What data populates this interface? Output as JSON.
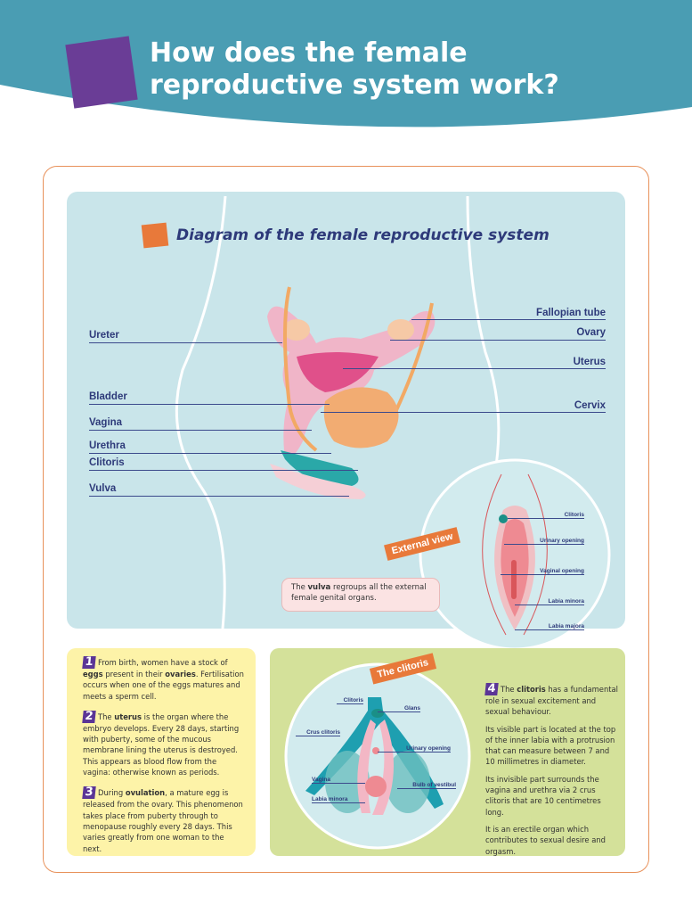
{
  "header": {
    "title": "How does the female reproductive system work?",
    "colors": {
      "band": "#4a9db3",
      "square": "#6a3d96"
    }
  },
  "diagram": {
    "title": "Diagram of the female reproductive system",
    "left_labels": [
      "Ureter",
      "Bladder",
      "Vagina",
      "Urethra",
      "Clitoris",
      "Vulva"
    ],
    "right_labels": [
      "Fallopian tube",
      "Ovary",
      "Uterus",
      "Cervix"
    ],
    "external_view": {
      "tag": "External view",
      "labels": [
        "Clitoris",
        "Urinary opening",
        "Vaginal opening",
        "Labia minora",
        "Labia majora"
      ]
    },
    "note": {
      "pre": "The ",
      "bold": "vulva",
      "post": " regroups all the external female genital organs."
    }
  },
  "facts": [
    {
      "num": "1",
      "parts": [
        [
          "From birth, women have a stock of ",
          0
        ],
        [
          "eggs",
          1
        ],
        [
          " present in their ",
          0
        ],
        [
          "ovaries",
          1
        ],
        [
          ". Fertilisation occurs when one of the eggs matures and meets a sperm cell.",
          0
        ]
      ]
    },
    {
      "num": "2",
      "parts": [
        [
          "The ",
          0
        ],
        [
          "uterus",
          1
        ],
        [
          " is the organ where the embryo develops. Every 28 days, starting with puberty, some of the mucous membrane lining the uterus is destroyed. This appears as blood flow from the vagina: otherwise known as periods.",
          0
        ]
      ]
    },
    {
      "num": "3",
      "parts": [
        [
          "During ",
          0
        ],
        [
          "ovulation",
          1
        ],
        [
          ", a mature egg is released from the ovary. This phenomenon takes place from puberty through to menopause roughly every 28 days. This varies greatly from one woman to the next.",
          0
        ]
      ]
    }
  ],
  "clitoris": {
    "tag": "The clitoris",
    "labels": [
      "Clitoris",
      "Glans",
      "Crus clitoris",
      "Urinary opening",
      "Vagina",
      "Bulb of vestibul",
      "Labia minora"
    ],
    "num": "4",
    "intro": {
      "pre": "The ",
      "bold": "clitoris",
      "post": " has a fundamental role in sexual excitement and sexual behaviour."
    },
    "paragraphs": [
      "Its visible part is located at the top of the inner labia with a protrusion that can measure between 7 and 10 millimetres in diameter.",
      "Its invisible part surrounds the vagina and urethra via 2 crus clitoris that are 10 centimetres long.",
      "It is an erectile organ which contributes to sexual desire and orgasm."
    ]
  }
}
